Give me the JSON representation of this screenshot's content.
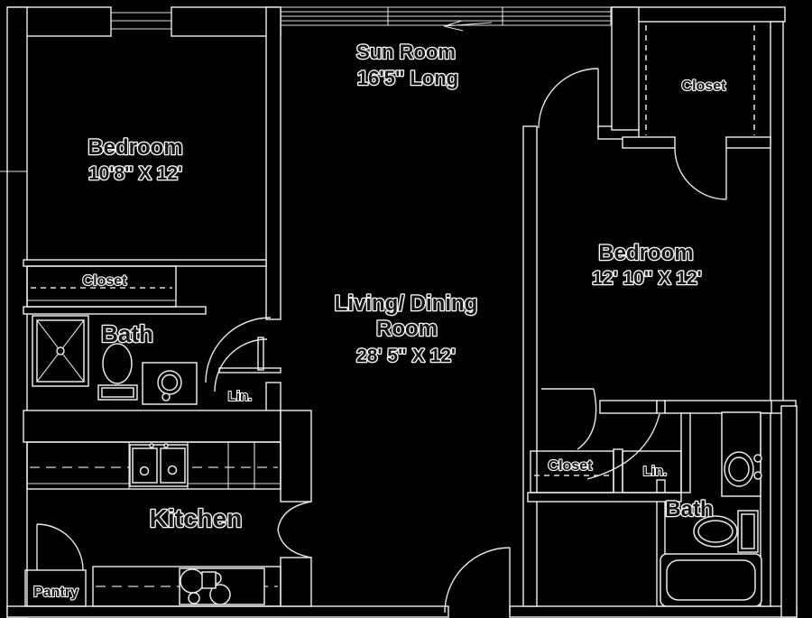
{
  "title": "Apartment Floor Plan",
  "colors": {
    "background": "#000000",
    "line": "#efefef",
    "text_fill": "#161616",
    "text_halo": "#ffffff"
  },
  "rooms": {
    "sun_room": {
      "name": "Sun Room",
      "dims": "16'5\" Long"
    },
    "bedroom1": {
      "name": "Bedroom",
      "dims": "10'8\" X 12'"
    },
    "bedroom2": {
      "name": "Bedroom",
      "dims": "12' 10\" X 12'"
    },
    "living_dining": {
      "name_line1": "Living/ Dining",
      "name_line2": "Room",
      "dims": "28' 5\" X 12'"
    },
    "kitchen": {
      "name": "Kitchen"
    },
    "pantry": {
      "name": "Pantry"
    },
    "bath_left": {
      "name": "Bath"
    },
    "bath_right": {
      "name": "Bath"
    },
    "closet_left": {
      "name": "Closet"
    },
    "closet_top_right": {
      "name": "Closet"
    },
    "closet_right": {
      "name": "Closet"
    },
    "linen_left": {
      "name": "Lin."
    },
    "linen_right": {
      "name": "Lin."
    }
  },
  "fixtures": [
    "shower",
    "toilet",
    "sink-vanity",
    "bathtub",
    "kitchen-double-sink",
    "stove",
    "upper-cabinets-dashed",
    "closet-rod-dashed"
  ]
}
